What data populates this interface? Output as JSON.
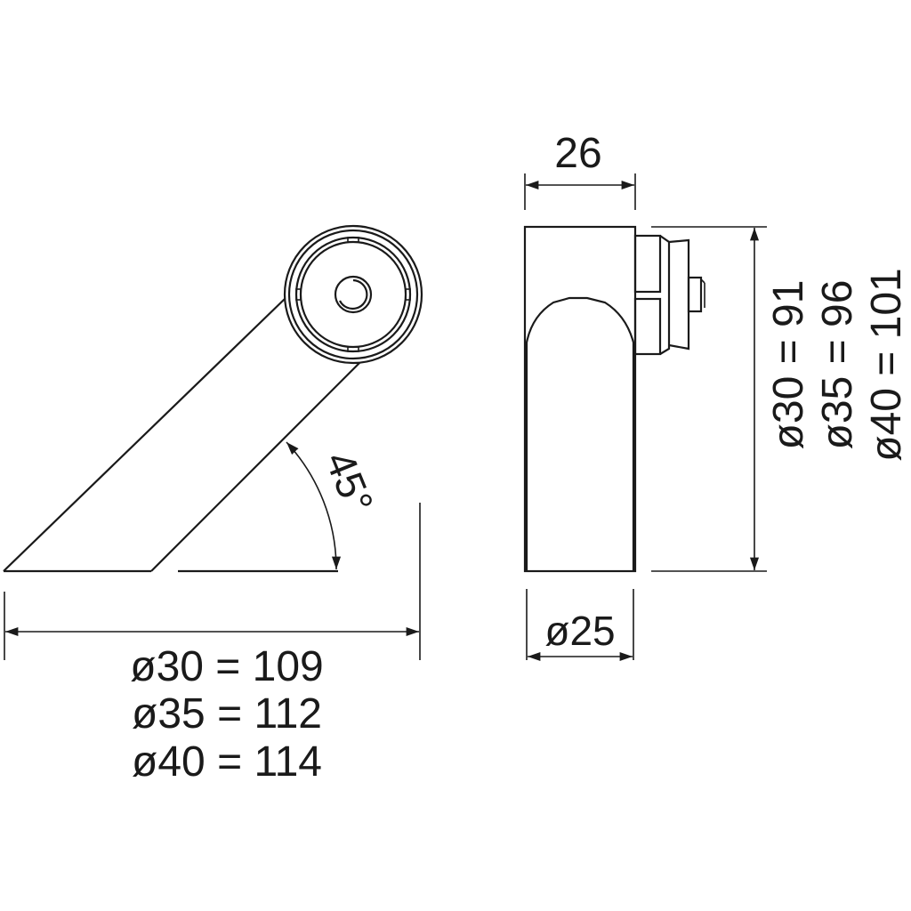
{
  "left_view": {
    "angle_label": "45°",
    "length_dims": [
      "ø30 = 109",
      "ø35 = 112",
      "ø40 = 114"
    ]
  },
  "right_view": {
    "width_dim": "26",
    "diameter_dim": "ø25",
    "height_dims": [
      "ø30 = 91",
      "ø35 = 96",
      "ø40 = 101"
    ]
  },
  "colors": {
    "line": "#1a1a1a",
    "background": "#ffffff"
  }
}
